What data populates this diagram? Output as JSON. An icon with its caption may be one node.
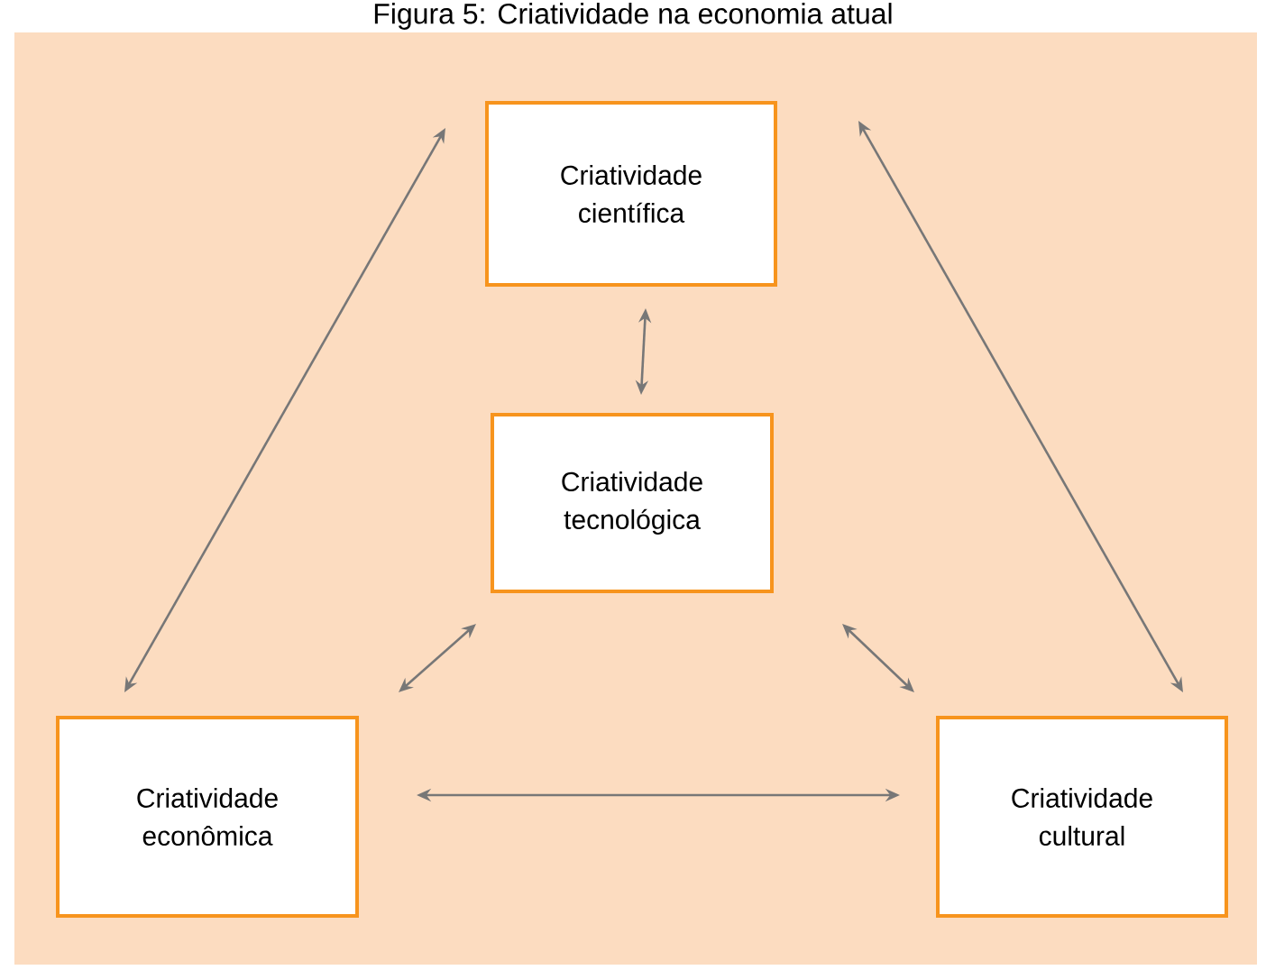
{
  "diagram": {
    "title": "Figura 5: Criatividade na economia atual",
    "nodes": [
      {
        "text": [
          "Criatividade científica"
        ]
      },
      {
        "text": [
          "Criatividade tecnológica"
        ]
      },
      {
        "text": [
          "Criatividade econômica"
        ]
      },
      {
        "text": [
          "Criatividade cultural"
        ]
      }
    ],
    "edges": [
      {
        "from": 0,
        "to": 1,
        "arrow": "both"
      },
      {
        "from": 0,
        "to": 2,
        "arrow": "both"
      },
      {
        "from": 0,
        "to": 3,
        "arrow": "both"
      },
      {
        "from": 1,
        "to": 2,
        "arrow": "both"
      },
      {
        "from": 1,
        "to": 3,
        "arrow": "both"
      },
      {
        "from": 2,
        "to": 3,
        "arrow": "both"
      }
    ]
  }
}
